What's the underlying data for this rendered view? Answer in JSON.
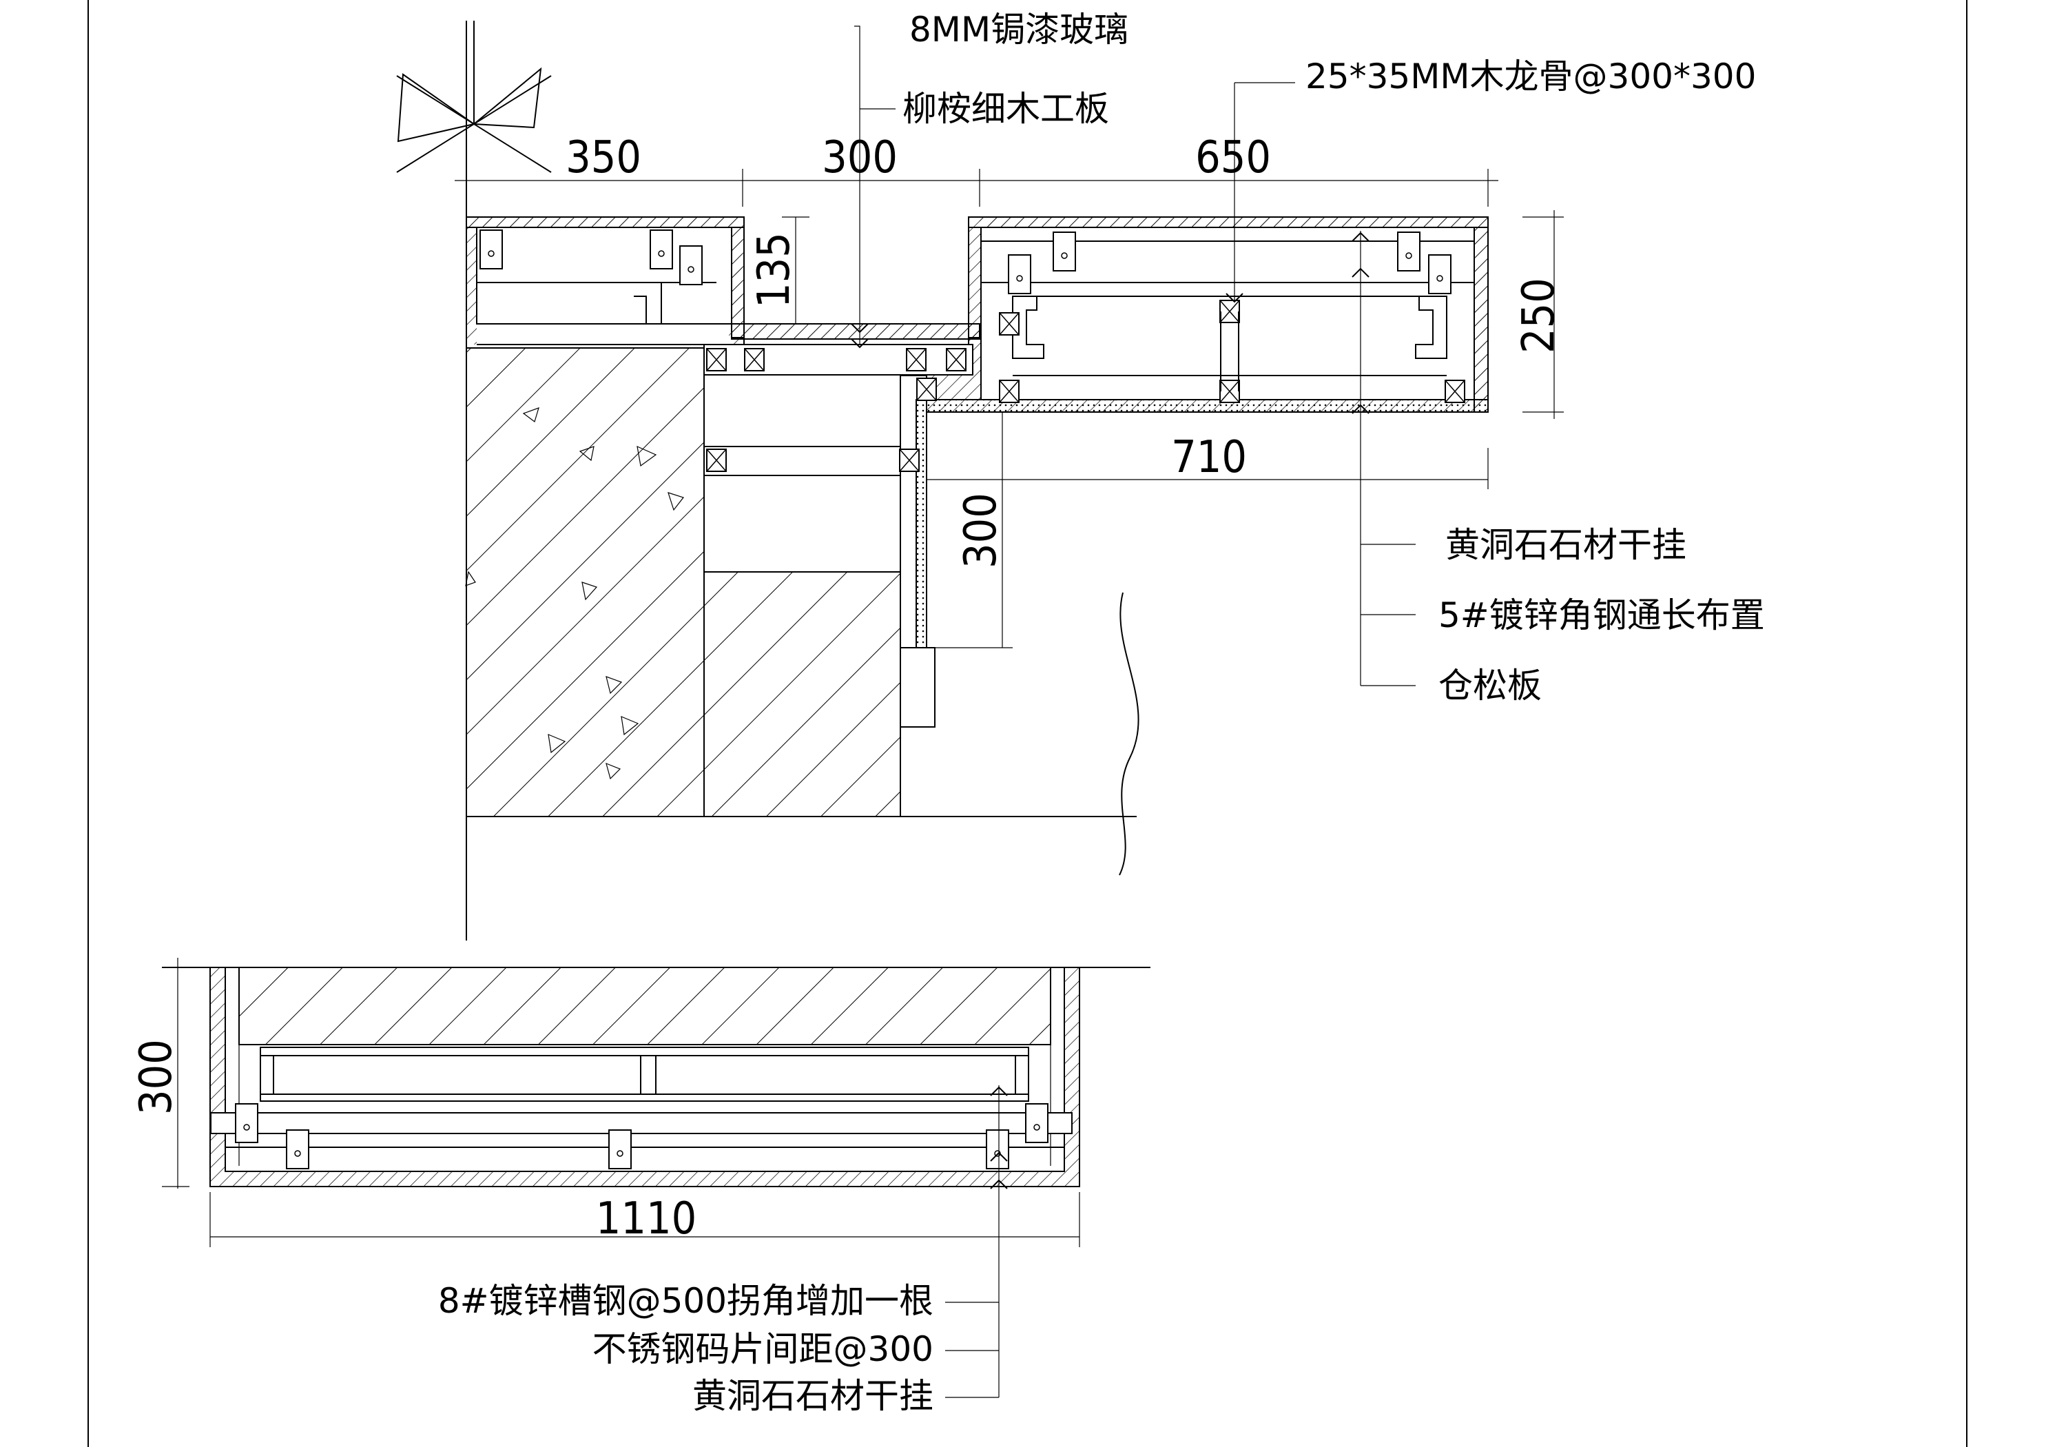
{
  "plan": {
    "dims": {
      "d350": "350",
      "d300_top": "300",
      "d650": "650",
      "d135": "135",
      "d250": "250",
      "d710": "710",
      "d300_mid": "300"
    },
    "notes": {
      "glass": "8MM锔漆玻璃",
      "board": "柳桉细木工板",
      "keel": "25*35MM木龙骨@300*300",
      "stone": "黄洞石石材干挂",
      "angle": "5#镀锌角钢通长布置",
      "pine": "仓松板"
    }
  },
  "section": {
    "dims": {
      "d300": "300",
      "d1110": "1110"
    },
    "notes": {
      "channel": "8#镀锌槽钢@500拐角增加一根",
      "clip": "不锈钢码片间距@300",
      "stone": "黄洞石石材干挂"
    }
  }
}
